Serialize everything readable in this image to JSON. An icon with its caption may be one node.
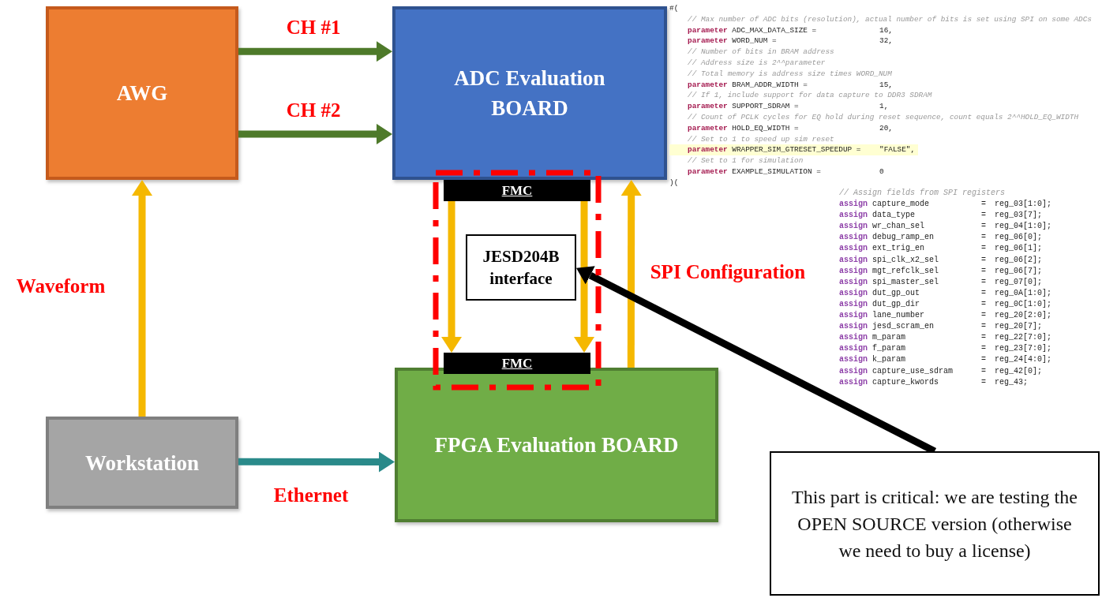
{
  "diagram": {
    "nodes": [
      {
        "text": [
          "AWG"
        ]
      },
      {
        "text": [
          "ADC Evaluation BOARD"
        ]
      },
      {
        "text": [
          "Workstation"
        ]
      },
      {
        "text": [
          "FPGA Evaluation BOARD"
        ]
      },
      {
        "text": [],
        "shape": "box"
      },
      {
        "text": [
          "FMC"
        ],
        "in": 4
      },
      {
        "text": [
          "JESD204B interface"
        ],
        "in": 4
      },
      {
        "text": [
          "FMC"
        ],
        "in": 4
      },
      {
        "text": [
          "This part is critical: we are testing the OPEN SOURCE version (otherwise we need to buy a license)"
        ]
      }
    ],
    "edges": [
      {
        "from": 0,
        "to": 1,
        "arrow": "to",
        "label": "CH #1",
        "color": "#4e7a2a"
      },
      {
        "from": 0,
        "to": 1,
        "arrow": "to",
        "label": "CH #2",
        "color": "#4e7a2a"
      },
      {
        "from": 2,
        "to": 0,
        "arrow": "to",
        "label": "Waveform",
        "color": "#f5b800"
      },
      {
        "from": 2,
        "to": 3,
        "arrow": "to",
        "label": "Ethernet",
        "color": "#2a8a8a"
      },
      {
        "from": 5,
        "to": 7,
        "arrow": "to",
        "color": "#f5b800"
      },
      {
        "from": 5,
        "to": 7,
        "arrow": "to",
        "color": "#f5b800"
      },
      {
        "from": 3,
        "to": 1,
        "arrow": "to",
        "label": "SPI Configuration",
        "color": "#f5b800"
      },
      {
        "from": 8,
        "to": 6,
        "arrow": "to",
        "color": "#000000"
      }
    ],
    "labels": [
      "#(",
      "// Max number of ADC bits (resolution), actual number of bits is set using SPI on some ADCs",
      "parameter ADC_MAX_DATA_SIZE = 16,",
      "parameter WORD_NUM = 32,",
      "// Number of bits in BRAM address",
      "// Address size is 2^^parameter",
      "// Total memory is address size times WORD_NUM",
      "parameter BRAM_ADDR_WIDTH = 15,",
      "// If 1, include support for data capture to DDR3 SDRAM",
      "parameter SUPPORT_SDRAM = 1,",
      "// Count of PCLK cycles for EQ hold during reset sequence, count equals 2^^HOLD_EQ_WIDTH",
      "parameter HOLD_EQ_WIDTH = 20,",
      "// Set to 1 to speed up sim reset",
      "parameter WRAPPER_SIM_GTRESET_SPEEDUP = \"FALSE\",",
      "// Set to 1 for simulation",
      "parameter EXAMPLE_SIMULATION = 0",
      ")(",
      "// Assign fields from SPI registers",
      "assign capture_mode = reg_03[1:0];",
      "assign data_type = reg_03[7];",
      "assign wr_chan_sel = reg_04[1:0];",
      "assign debug_ramp_en = reg_06[0];",
      "assign ext_trig_en = reg_06[1];",
      "assign spi_clk_x2_sel = reg_06[2];",
      "assign mgt_refclk_sel = reg_06[7];",
      "assign spi_master_sel = reg_07[0];",
      "assign dut_gp_out = reg_0A[1:0];",
      "assign dut_gp_dir = reg_0C[1:0];",
      "assign lane_number = reg_20[2:0];",
      "assign jesd_scram_en = reg_20[7];",
      "assign m_param = reg_22[7:0];",
      "assign f_param = reg_23[7:0];",
      "assign k_param = reg_24[4:0];",
      "assign capture_use_sdram = reg_42[0];",
      "assign capture_kwords = reg_43;"
    ]
  }
}
